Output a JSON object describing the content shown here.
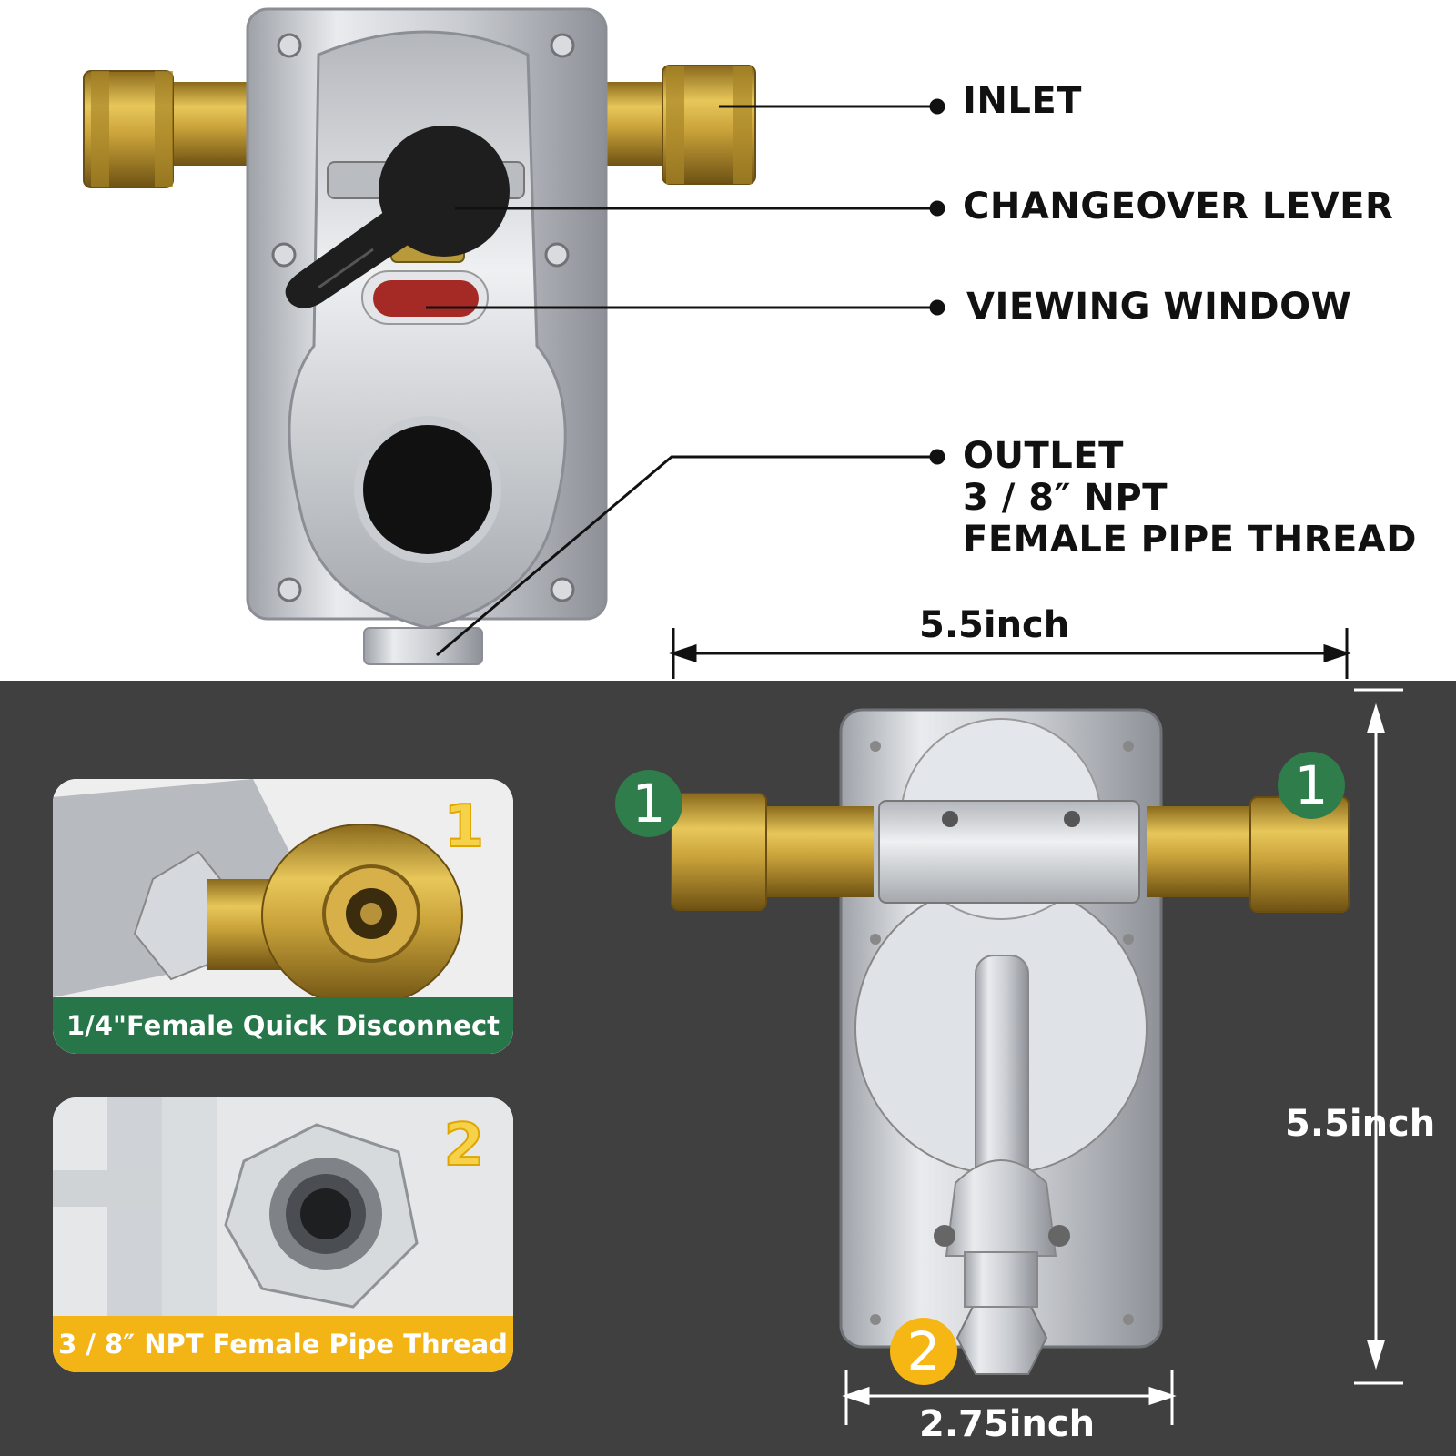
{
  "callouts": {
    "inlet": "INLET",
    "changeover_lever": "CHANGEOVER LEVER",
    "viewing_window": "VIEWING WINDOW",
    "outlet_line1": "OUTLET",
    "outlet_line2": "3 / 8″   NPT",
    "outlet_line3": "FEMALE PIPE THREAD"
  },
  "dimensions": {
    "width_top": "5.5inch",
    "height_right": "5.5inch",
    "width_bottom": "2.75inch"
  },
  "cards": [
    {
      "number": "1",
      "label": "1/4\"Female Quick Disconnect",
      "color": "#27764a"
    },
    {
      "number": "2",
      "label": "3 / 8″ NPT Female Pipe Thread",
      "color": "#f3b516"
    }
  ],
  "badges": {
    "left": "1",
    "right": "1",
    "bottom": "2"
  },
  "colors": {
    "background_dark": "#404040",
    "brass": "#c9a23a",
    "aluminum": "#c8cbd0",
    "green": "#27764a",
    "yellow": "#f3b516",
    "viewing_window": "#a52a25"
  }
}
